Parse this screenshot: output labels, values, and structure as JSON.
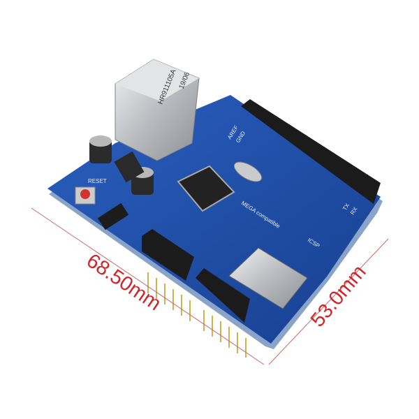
{
  "product": {
    "dimensions": {
      "length": "68.50mm",
      "width": "53.0mm",
      "line_color": "#c96a6a",
      "text_color": "#d0262a"
    },
    "board_color": "#1f4fa8",
    "silkscreen": {
      "jack_model": "HR911105A",
      "jack_date": "19/06",
      "reset": "RESET",
      "mega": "MEGA compatible",
      "icsp": "ICSP",
      "aref": "AREF",
      "gnd": "GND",
      "tx": "TX",
      "rx": "RX"
    }
  }
}
